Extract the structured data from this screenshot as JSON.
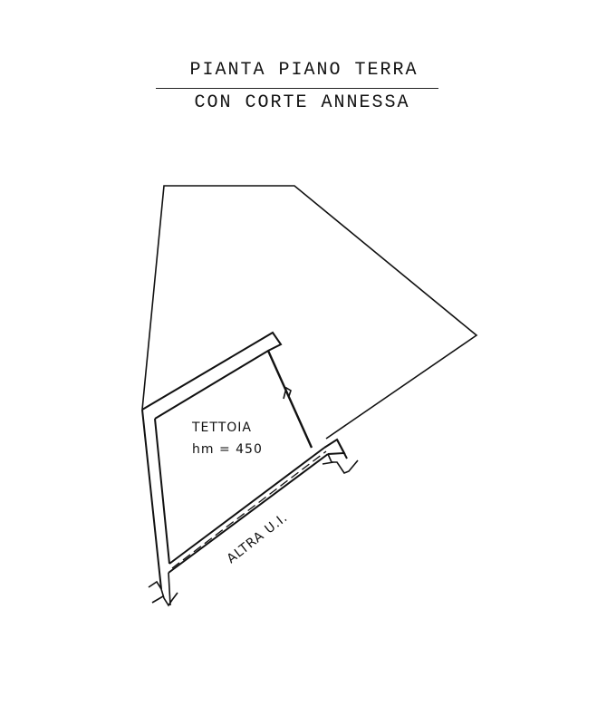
{
  "title": {
    "line1": "PIANTA PIANO TERRA",
    "line2": "CON CORTE ANNESSA"
  },
  "plan": {
    "room_label": "TETTOIA",
    "room_height": "hm = 450",
    "adjacent_label": "ALTRA U.I."
  },
  "colors": {
    "ink": "#111111",
    "background": "#ffffff"
  }
}
